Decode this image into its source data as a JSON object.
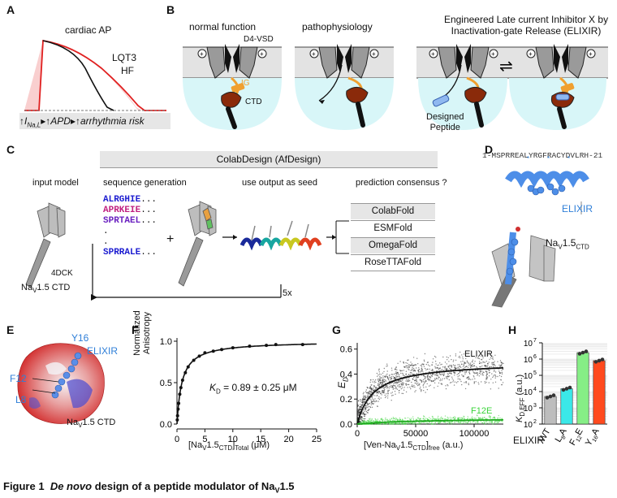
{
  "panels": {
    "A": "A",
    "B": "B",
    "C": "C",
    "D": "D",
    "E": "E",
    "F": "F",
    "G": "G",
    "H": "H"
  },
  "panelA": {
    "title": "cardiac AP",
    "curve_labels": [
      "LQT3",
      "HF"
    ],
    "flow": {
      "arrow": "↑",
      "i_na_l_base": "I",
      "i_na_l_sub": "Na,L",
      "sep": "▸↑",
      "apd": "APD",
      "risk": "arrhythmia risk"
    }
  },
  "panelB": {
    "normal": "normal function",
    "patho": "pathophysiology",
    "elixir_title_line1": "Engineered Late current Inhibitor X by",
    "elixir_title_line2": "Inactivation-gate Release (ELIXIR)",
    "vsd": "D4-VSD",
    "ig": "IG",
    "ctd": "CTD",
    "designed_line1": "Designed",
    "designed_line2": "Peptide",
    "equilibrium": "⇌",
    "plus": "⊕"
  },
  "panelC": {
    "banner": "ColabDesign (AfDesign)",
    "input_model": "input model",
    "seq_gen": "sequence generation",
    "use_output": "use output as seed",
    "consensus": "prediction consensus ?",
    "pdb": "4DCK",
    "nav_base": "Na",
    "nav_sub": "V",
    "nav_rest": "1.5 CTD",
    "plus": "+",
    "loop": "5x",
    "dots": ".",
    "sequences": [
      {
        "seq": "ALRGHIE",
        "suffix": "..."
      },
      {
        "seq": "APRKEIE",
        "suffix": "..."
      },
      {
        "seq": "SPRTAEL",
        "suffix": "..."
      },
      {
        "seq": "SPRRALE",
        "suffix": "..."
      }
    ],
    "tools": [
      "ColabFold",
      "ESMFold",
      "OmegaFold",
      "RoseTTAFold"
    ]
  },
  "panelD": {
    "sequence": "1-MSPRREALYRGFRACYDVLRH-21",
    "elixir": "ELIXIR",
    "nav_base": "Na",
    "nav_sub": "V",
    "nav_rest": "1.5",
    "nav_sub2": "CTD"
  },
  "panelE": {
    "labels": [
      "Y16",
      "ELIXIR",
      "F12",
      "L8"
    ],
    "nav_base": "Na",
    "nav_sub": "V",
    "nav_rest": "1.5 CTD"
  },
  "chart_data": [
    {
      "panel": "F",
      "type": "scatter",
      "ylabel_line1": "Normalized",
      "ylabel_line2": "Anisotropy",
      "xlabel_base": "[Na",
      "xlabel_sub1": "V",
      "xlabel_mid": "1.5",
      "xlabel_sub2": "CTD",
      "xlabel_end": "]",
      "xlabel_sub3": "Total",
      "xlabel_unit": " (μM)",
      "xlim": [
        0,
        25
      ],
      "ylim": [
        0,
        1.0
      ],
      "xticks": [
        "0",
        "5",
        "10",
        "15",
        "20",
        "25"
      ],
      "yticks": [
        "0.0",
        "0.5",
        "1.0"
      ],
      "annotation": "K",
      "annotation_sub": "D",
      "annotation_rest": " = 0.89 ± 0.25 μM",
      "kd": 0.89,
      "x": [
        0.05,
        0.1,
        0.2,
        0.3,
        0.5,
        0.7,
        1.0,
        1.5,
        2.0,
        3.0,
        4.0,
        5.0,
        6.5,
        8.0,
        10.0,
        13.0,
        16.0,
        17.7,
        22.5
      ],
      "y": [
        0.05,
        0.1,
        0.18,
        0.25,
        0.36,
        0.44,
        0.53,
        0.62,
        0.69,
        0.77,
        0.82,
        0.86,
        0.88,
        0.9,
        0.92,
        0.94,
        0.95,
        0.96,
        0.96
      ]
    },
    {
      "panel": "G",
      "type": "scatter",
      "ylabel_base": "E",
      "ylabel_sub": "D",
      "xlabel_base": "[Ven-Na",
      "xlabel_sub1": "V",
      "xlabel_mid": "1.5",
      "xlabel_sub2": "CTD",
      "xlabel_end": "]",
      "xlabel_sub3": "free",
      "xlabel_unit": " (a.u.)",
      "xlim": [
        0,
        125000
      ],
      "ylim": [
        0,
        0.65
      ],
      "xticks": [
        "0",
        "50000",
        "100000"
      ],
      "yticks": [
        "0.0",
        "0.2",
        "0.4",
        "0.6"
      ],
      "series": [
        {
          "name": "ELIXIR",
          "color": "#222222",
          "emax": 0.5,
          "kd": 14000
        },
        {
          "name": "F12E",
          "color": "#3ad43a",
          "emax": 0.05,
          "kd": 60000
        }
      ]
    },
    {
      "panel": "H",
      "type": "bar",
      "ylabel_base": "K",
      "ylabel_sub": "D,EFF",
      "ylabel_unit": " (a.u.)",
      "log_scale": true,
      "ylim": [
        100,
        10000000
      ],
      "yticks": [
        "10",
        "10",
        "10",
        "10",
        "10",
        "10"
      ],
      "ytick_exp": [
        "2",
        "3",
        "4",
        "5",
        "6",
        "7"
      ],
      "x_prefix": "ELIXIR",
      "categories": [
        {
          "base": "WT",
          "sub": ""
        },
        {
          "base": "L",
          "sub": "8",
          "end": "A"
        },
        {
          "base": "F",
          "sub": "12",
          "end": "E"
        },
        {
          "base": "Y",
          "sub": "16",
          "end": "A"
        }
      ],
      "values": [
        5000,
        15000,
        2500000,
        800000
      ],
      "colors": [
        "#bdbdbd",
        "#3be8e8",
        "#86ee86",
        "#ff4a1e"
      ]
    }
  ],
  "caption": {
    "fig": "Figure 1",
    "title_italic": "De novo",
    "title_rest": " design of a peptide modulator of Na",
    "sub": "V",
    "end": "1.5"
  }
}
